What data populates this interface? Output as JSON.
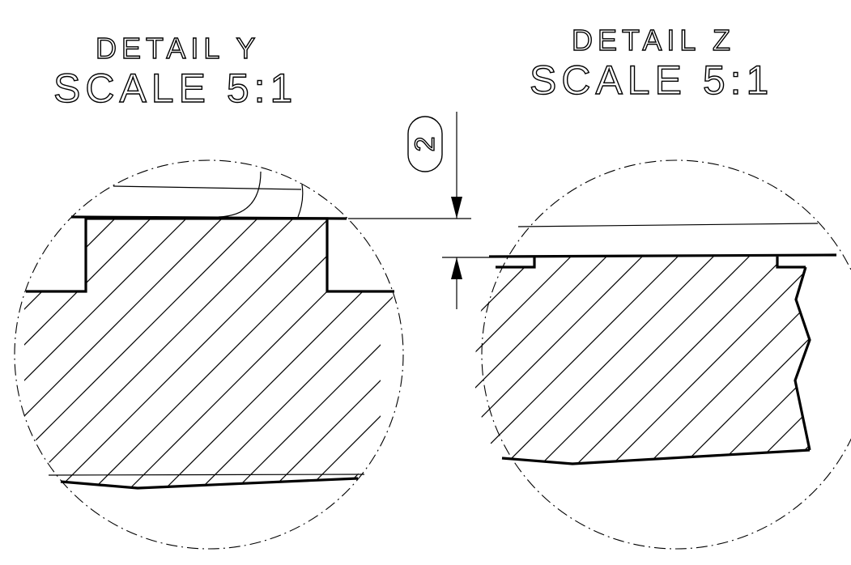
{
  "details": [
    {
      "title": "DETAIL Y",
      "scale": "SCALE 5:1"
    },
    {
      "title": "DETAIL Z",
      "scale": "SCALE 5:1"
    }
  ],
  "dimension": {
    "balloon": "2"
  }
}
